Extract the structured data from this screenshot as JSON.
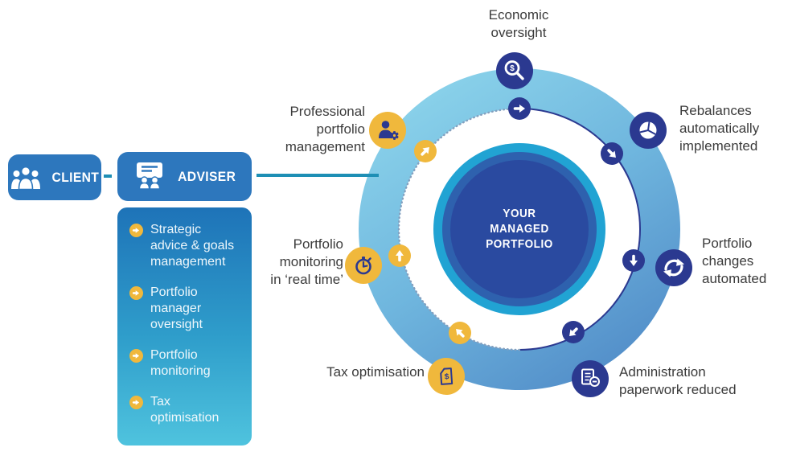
{
  "left_panel": {
    "client": {
      "label": "CLIENT"
    },
    "adviser": {
      "label": "ADVISER"
    },
    "services": [
      {
        "label": "Strategic advice & goals management"
      },
      {
        "label": "Portfolio manager oversight"
      },
      {
        "label": "Portfolio monitoring"
      },
      {
        "label": "Tax optimisation"
      }
    ]
  },
  "diagram": {
    "center": {
      "title": "YOUR MANAGED PORTFOLIO"
    },
    "features": [
      {
        "label": "Economic oversight",
        "icon": "magnifier-dollar-icon"
      },
      {
        "label": "Rebalances automatically implemented",
        "icon": "pie-chart-icon"
      },
      {
        "label": "Portfolio changes automated",
        "icon": "refresh-arrows-icon"
      },
      {
        "label": "Administration paperwork reduced",
        "icon": "document-minus-icon"
      },
      {
        "label": "Tax optimisation",
        "icon": "document-dollar-icon"
      },
      {
        "label": "Portfolio monitoring in ‘real time’",
        "icon": "stopwatch-icon"
      },
      {
        "label": "Professional portfolio management",
        "icon": "person-gear-icon"
      }
    ],
    "colors": {
      "navy": "#2b3990",
      "royal_center": "#2a4aa0",
      "mid_ring": "#2e61ae",
      "cyan_ring": "#21a3d3",
      "yellow": "#f0b83c",
      "box_blue": "#2d77bd",
      "connector_teal": "#1e8fb5",
      "outer_ring_light": "#8ad2ea",
      "outer_ring_dark": "#5490ca"
    }
  }
}
